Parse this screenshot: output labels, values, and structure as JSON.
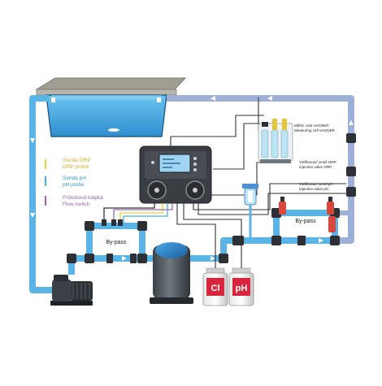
{
  "legend": {
    "orp_cz": "Sonda ORP",
    "orp_en": "ORP probe",
    "ph_cz": "Sonda pH",
    "ph_en": "pH probe",
    "flow_cz": "Průtoková klapka",
    "flow_en": "Flow switch"
  },
  "labels": {
    "cell_cz": "Měřicí cela VAGNER",
    "cell_en": "Measuring cell VAGNER",
    "inj_orp_cz": "Vstřikovací ventil ORP",
    "inj_orp_en": "Injection valve ORP",
    "inj_ph_cz": "Vstřikovací ventil pH",
    "inj_ph_en": "Injection valve pH",
    "bypass_left": "By-pass",
    "bypass_right": "By-pass",
    "tank_cl": "Cl",
    "tank_ph": "pH"
  },
  "colors": {
    "water": "#5ab4e5",
    "pipe_return": "#9fb0d8",
    "orp_wire": "#e6d23a",
    "ph_wire": "#43b4d8",
    "flow_wire": "#9b67b5",
    "cable": "#333333",
    "controller": "#3a3d42"
  }
}
